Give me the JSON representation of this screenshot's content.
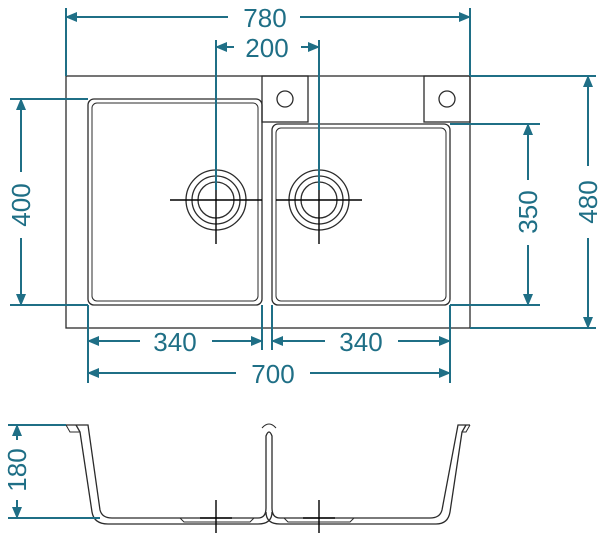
{
  "dimensions": {
    "overall_width": "780",
    "drain_spacing": "200",
    "basin_left_height": "400",
    "basin_right_height": "350",
    "overall_depth": "480",
    "basin_left_width": "340",
    "basin_right_width": "340",
    "basins_total_width": "700",
    "bowl_depth": "180"
  },
  "colors": {
    "dimension": "#1f6f86",
    "outline": "#2b2b2b"
  }
}
